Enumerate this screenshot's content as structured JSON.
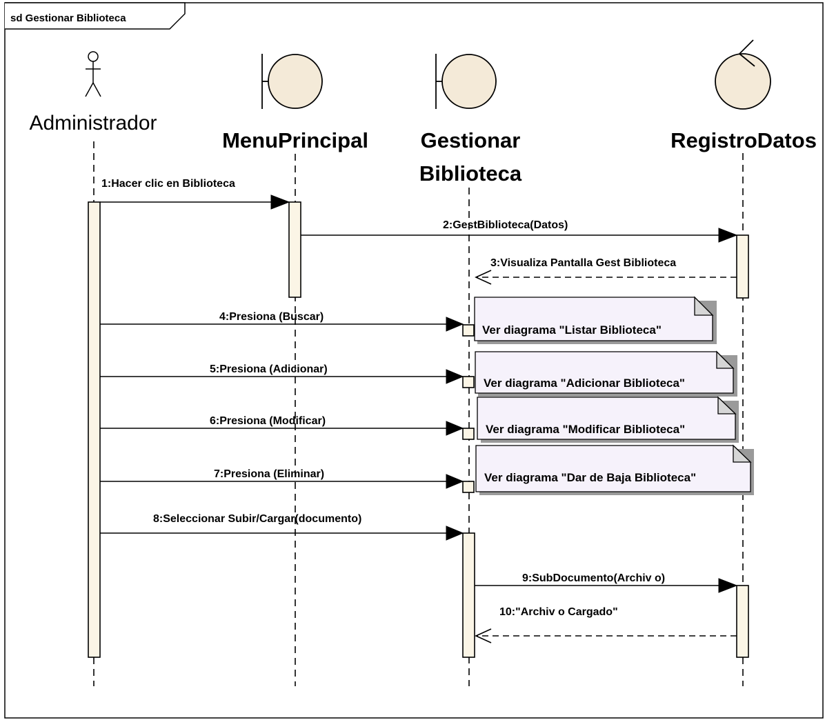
{
  "frame": {
    "title": "sd Gestionar Biblioteca"
  },
  "participants": [
    {
      "id": "admin",
      "type": "actor",
      "name": "Administrador"
    },
    {
      "id": "menu",
      "type": "boundary",
      "name": "MenuPrincipal"
    },
    {
      "id": "gest",
      "type": "boundary",
      "name_line1": "Gestionar",
      "name_line2": "Biblioteca"
    },
    {
      "id": "reg",
      "type": "control",
      "name": "RegistroDatos"
    }
  ],
  "messages": [
    {
      "id": "m1",
      "text": "1:Hacer clic en Biblioteca",
      "from": "admin",
      "to": "menu",
      "kind": "sync"
    },
    {
      "id": "m2",
      "text": "2:GestBiblioteca(Datos)",
      "from": "menu",
      "to": "reg",
      "kind": "sync"
    },
    {
      "id": "m3",
      "text": "3:Visualiza Pantalla Gest Biblioteca",
      "from": "reg",
      "to": "gest",
      "kind": "return"
    },
    {
      "id": "m4",
      "text": "4:Presiona (Buscar)",
      "from": "admin",
      "to": "gest",
      "kind": "sync"
    },
    {
      "id": "m5",
      "text": "5:Presiona (Adicionar)",
      "from": "admin",
      "to": "gest",
      "kind": "sync"
    },
    {
      "id": "m6",
      "text": "6:Presiona (Modificar)",
      "from": "admin",
      "to": "gest",
      "kind": "sync"
    },
    {
      "id": "m7",
      "text": "7:Presiona (Eliminar)",
      "from": "admin",
      "to": "gest",
      "kind": "sync"
    },
    {
      "id": "m8",
      "text": "8:Seleccionar Subir/Cargar(documento)",
      "from": "admin",
      "to": "gest",
      "kind": "sync"
    },
    {
      "id": "m9",
      "text": "9:SubDocumento(Archiv o)",
      "from": "gest",
      "to": "reg",
      "kind": "sync"
    },
    {
      "id": "m10",
      "text": "10:\"Archiv o Cargado\"",
      "from": "reg",
      "to": "gest",
      "kind": "return"
    }
  ],
  "notes": [
    {
      "id": "n1",
      "text": "Ver diagrama \"Listar Biblioteca\""
    },
    {
      "id": "n2",
      "text": "Ver diagrama \"Adicionar Biblioteca\""
    },
    {
      "id": "n3",
      "text": "Ver diagrama \"Modificar Biblioteca\""
    },
    {
      "id": "n4",
      "text": "Ver diagrama \"Dar de Baja Biblioteca\""
    }
  ],
  "colors": {
    "activation_fill": "#fbf5e6",
    "object_fill": "#f4ead8",
    "note_fill": "#f6f2fb",
    "line": "#000000"
  }
}
